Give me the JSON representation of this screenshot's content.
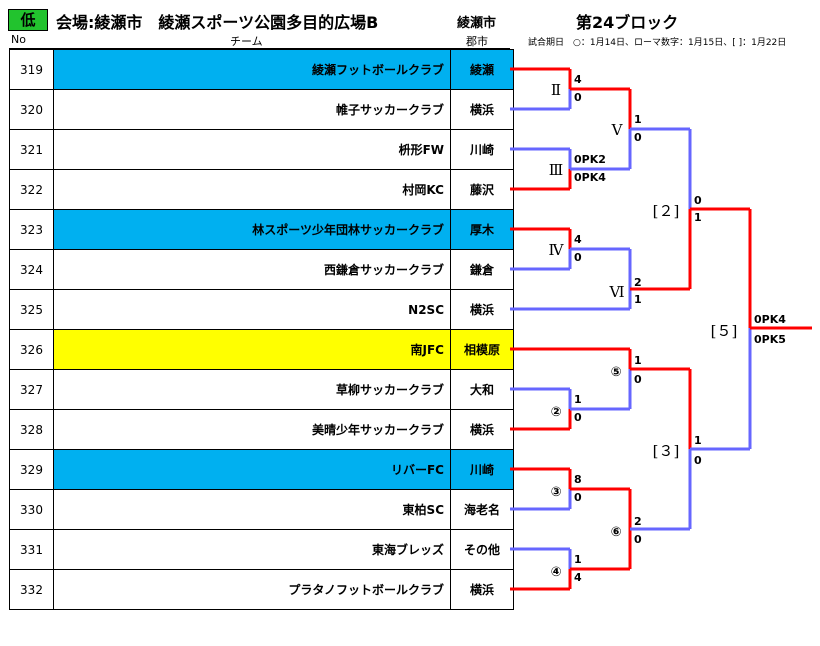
{
  "header": {
    "level": "低",
    "venue": "会場:綾瀬市　綾瀬スポーツ公園多目的広場B",
    "city": "綾瀬市",
    "block": "第24ブロック",
    "col_no": "No",
    "col_team": "チーム",
    "col_city": "郡市",
    "legend": "試合期日　○：1月14日、ローマ数字：1月15日、[ ]：1月22日"
  },
  "teams": [
    {
      "no": "319",
      "name": "綾瀬フットボールクラブ",
      "city": "綾瀬",
      "highlight": "blue"
    },
    {
      "no": "320",
      "name": "帷子サッカークラブ",
      "city": "横浜",
      "highlight": ""
    },
    {
      "no": "321",
      "name": "枡形FW",
      "city": "川崎",
      "highlight": ""
    },
    {
      "no": "322",
      "name": "村岡KC",
      "city": "藤沢",
      "highlight": ""
    },
    {
      "no": "323",
      "name": "林スポーツ少年団林サッカークラブ",
      "city": "厚木",
      "highlight": "blue"
    },
    {
      "no": "324",
      "name": "西鎌倉サッカークラブ",
      "city": "鎌倉",
      "highlight": ""
    },
    {
      "no": "325",
      "name": "N2SC",
      "city": "横浜",
      "highlight": ""
    },
    {
      "no": "326",
      "name": "南JFC",
      "city": "相模原",
      "highlight": "yellow"
    },
    {
      "no": "327",
      "name": "草柳サッカークラブ",
      "city": "大和",
      "highlight": ""
    },
    {
      "no": "328",
      "name": "美晴少年サッカークラブ",
      "city": "横浜",
      "highlight": ""
    },
    {
      "no": "329",
      "name": "リバーFC",
      "city": "川崎",
      "highlight": "blue"
    },
    {
      "no": "330",
      "name": "東柏SC",
      "city": "海老名",
      "highlight": ""
    },
    {
      "no": "331",
      "name": "東海ブレッズ",
      "city": "その他",
      "highlight": ""
    },
    {
      "no": "332",
      "name": "プラタノフットボールクラブ",
      "city": "横浜",
      "highlight": ""
    }
  ],
  "matches": {
    "r2": {
      "label": "Ⅱ",
      "top": "4",
      "bottom": "0"
    },
    "r3": {
      "label": "Ⅲ",
      "top": "0PK2",
      "bottom": "0PK4"
    },
    "r4": {
      "label": "Ⅳ",
      "top": "4",
      "bottom": "0"
    },
    "r5": {
      "label": "Ⅴ",
      "top": "1",
      "bottom": "0"
    },
    "r6": {
      "label": "Ⅵ",
      "top": "2",
      "bottom": "1"
    },
    "c2": {
      "label": "②",
      "top": "1",
      "bottom": "0"
    },
    "c3": {
      "label": "③",
      "top": "8",
      "bottom": "0"
    },
    "c4": {
      "label": "④",
      "top": "1",
      "bottom": "4"
    },
    "c5": {
      "label": "⑤",
      "top": "1",
      "bottom": "0"
    },
    "c6": {
      "label": "⑥",
      "top": "2",
      "bottom": "0"
    },
    "b2": {
      "label": "[２]",
      "top": "0",
      "bottom": "1"
    },
    "b3": {
      "label": "[３]",
      "top": "1",
      "bottom": "0"
    },
    "b5": {
      "label": "[５]",
      "top": "0PK4",
      "bottom": "0PK5"
    }
  },
  "colors": {
    "win": "#ff0000",
    "lose": "#6666ff",
    "blue_row": "#00b0f0",
    "yellow_row": "#ffff00",
    "badge": "#22c32e"
  }
}
